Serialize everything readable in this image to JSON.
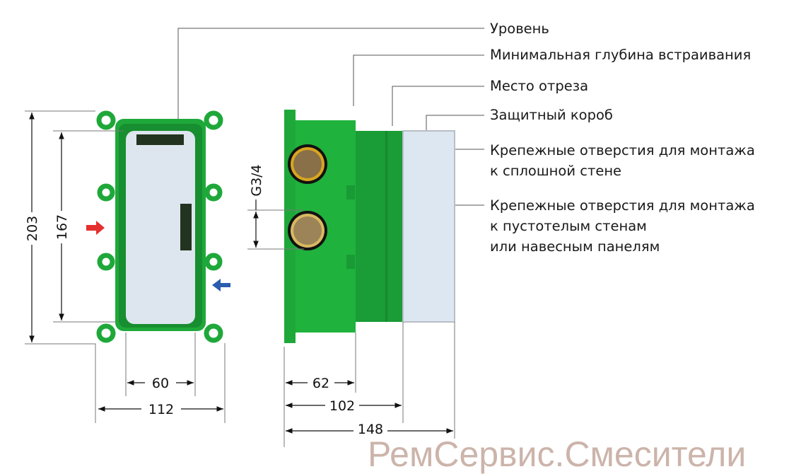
{
  "callouts": [
    {
      "text": "Уровень"
    },
    {
      "text": "Минимальная глубина встраивания"
    },
    {
      "text": "Место отреза"
    },
    {
      "text": "Защитный короб"
    },
    {
      "line1": "Крепежные отверстия для монтажа",
      "line2": "к сплошной стене"
    },
    {
      "line1": "Крепежные отверстия для монтажа",
      "line2": "к пустотелым стенам",
      "line3": "или навесным панелям"
    }
  ],
  "dimensions": {
    "total_height": "203",
    "inner_height": "167",
    "inner_width": "60",
    "total_width": "112",
    "thread": "G3/4",
    "min_depth": "62",
    "cut_depth": "102",
    "max_depth": "148"
  },
  "watermark": "РемСервис.Смесители",
  "colors": {
    "green": "#1fa83a",
    "dark_green": "#137a26",
    "panel": "#dde5ee",
    "hot": "#e53030",
    "cold": "#2a5db0"
  }
}
